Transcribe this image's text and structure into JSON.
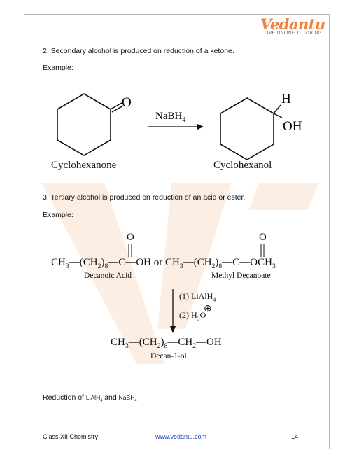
{
  "brand": {
    "logo_text": "Vedantu",
    "tagline": "LIVE ONLINE TUTORING",
    "accent": "#f0833a"
  },
  "section2": {
    "heading": "2. Secondary alcohol is produced on reduction of a ketone.",
    "example_label": "Example:",
    "reagent": "NaBH",
    "reagent_sub": "4",
    "reactant_o": "O",
    "product_h": "H",
    "product_oh": "OH",
    "reactant_name": "Cyclohexanone",
    "product_name": "Cyclohexanol"
  },
  "section3": {
    "heading": "3. Tertiary alcohol is produced on reduction of an acid or ester.",
    "example_label": "Example:",
    "acid_o": "O",
    "ester_o": "O",
    "acid_name": "Decanoic Acid",
    "ester_name": "Methyl Decanoate",
    "connector": "or",
    "step1": "(1) LiAlH",
    "step1_sub": "4",
    "step2": "(2) H",
    "step2_sub": "3",
    "step2_tail": "O",
    "plus_symbol": "⊕",
    "product_name": "Decan-1-ol"
  },
  "section4": {
    "heading": "Reduction of",
    "reagent1": "LiAlH",
    "reagent1_sub": "4",
    "and_text": "and",
    "reagent2": "NaBH",
    "reagent2_sub": "4"
  },
  "footer": {
    "left": "Class XII Chemistry",
    "link": "www.vedantu.com",
    "page": "14"
  }
}
